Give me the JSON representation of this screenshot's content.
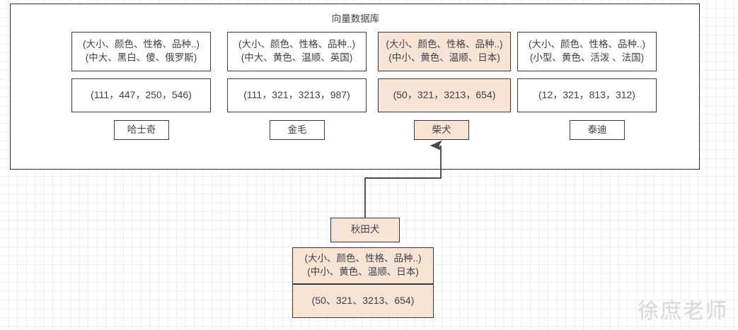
{
  "container": {
    "title": "向量数据库"
  },
  "colors": {
    "highlight_fill": "#f8e4d4",
    "border": "#3a3a44",
    "text": "#3f3f46",
    "grid_minor": "#eeeeee",
    "grid_major": "#e2e2e2",
    "watermark": "#d9d9d9"
  },
  "columns": [
    {
      "attributes": "(大小、颜色、性格、品种..)\n(中大、黑白、傻、俄罗斯)",
      "vector": "(111，447，250，546)",
      "name": "哈士奇",
      "highlighted": false
    },
    {
      "attributes": "(大小、颜色、性格、品种..)\n(中大、黄色、温顺、英国)",
      "vector": "(111，321，3213，987)",
      "name": "金毛",
      "highlighted": false
    },
    {
      "attributes": "(大小、颜色、性格、品种..)\n(中小、黄色、温顺、日本)",
      "vector": "(50，321，3213，654)",
      "name": "柴犬",
      "highlighted": true
    },
    {
      "attributes": "(大小、颜色、性格、品种..)\n(小型、黄色、活泼 、法国)",
      "vector": "(12，321，813，312)",
      "name": "泰迪",
      "highlighted": false
    }
  ],
  "query": {
    "name": "秋田犬",
    "attributes": "(大小、颜色、性格、品种..)\n(中小、黄色、温顺、日本)",
    "vector": "(50、321、3213、654)",
    "highlighted": true
  },
  "connector": {
    "label": "match-arrow",
    "from": "秋田犬",
    "to": "柴犬"
  },
  "watermark": {
    "text": "徐庶老师"
  }
}
